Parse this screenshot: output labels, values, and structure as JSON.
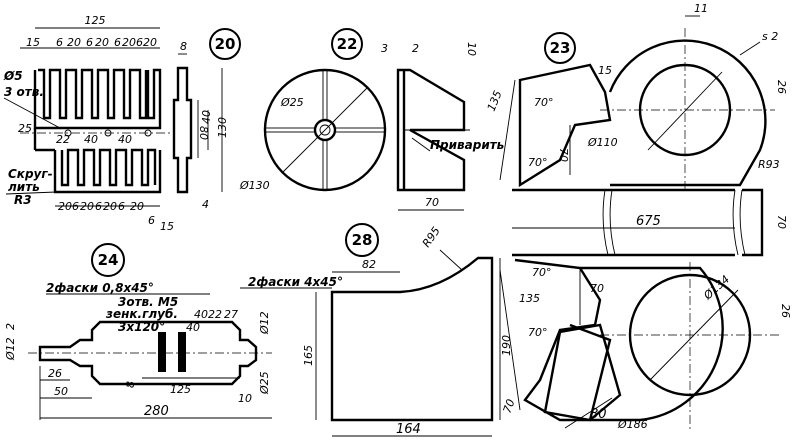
{
  "figures": {
    "f20": {
      "badge": "20",
      "dims": {
        "overall_width": "125",
        "left_margin": "15",
        "top_segments": [
          "6",
          "20",
          "6",
          "20",
          "6",
          "20",
          "6",
          "20"
        ],
        "bottom_segments": [
          "20",
          "6",
          "20",
          "6",
          "20",
          "6",
          "20"
        ],
        "bottom_gap": "6",
        "bottom_right": "15",
        "hole_dia": "Ø5",
        "holes_count": "3 отв.",
        "mid_height": "25",
        "hole_x1": "22",
        "hole_x2": "40",
        "hole_x3": "40",
        "side_thickness": "8",
        "side_height": "80",
        "side_middle": "40",
        "side_total": "130",
        "side_bottom": "4",
        "round_note_1": "Скруг-",
        "round_note_2": "лить",
        "round_note_3": "R3"
      }
    },
    "f22": {
      "badge": "22",
      "dims": {
        "hub_dia": "Ø25",
        "outer_dia": "Ø130",
        "thk_a": "3",
        "thk_b": "2",
        "top_h": "10",
        "weld_note": "Приварить",
        "base_w": "70"
      }
    },
    "f23": {
      "badge": "23",
      "dims": {
        "top_11": "11",
        "sheet": "s 2",
        "offset_15": "15",
        "right_26": "26",
        "side_135": "135",
        "angle_70a": "70°",
        "inner_dia": "Ø110",
        "h_70": "70",
        "angle_70b": "70°",
        "radius": "R93",
        "strip_len": "675",
        "strip_w": "70"
      }
    },
    "f24": {
      "badge": "24",
      "dims": {
        "chamfer_1": "2фаски 0,8х45°",
        "holes": "3отв. М5",
        "countersink_1": "зенк.глуб.",
        "countersink_2": "3х120°",
        "chamfer_2": "2фаски 4х45°",
        "d12_left": "Ø12",
        "small_2": "2",
        "d26": "26",
        "len_50": "50",
        "total_280": "280",
        "seg_40": "40",
        "seg_22": "22",
        "seg_27": "27",
        "mid_40": "40",
        "d12_right": "Ø12",
        "d8": "8",
        "len_125": "125",
        "d25": "Ø25",
        "len_10": "10"
      }
    },
    "f28": {
      "badge": "28",
      "dims": {
        "top_82": "82",
        "radius_95": "R95",
        "h_165": "165",
        "h_190": "190",
        "w_164": "164"
      }
    },
    "f23b": {
      "dims": {
        "angle_70a": "70°",
        "h_70": "70",
        "side_135": "135",
        "angle_70b": "70°",
        "dia_134": "Ø134",
        "right_26": "26",
        "bot_70": "70",
        "w_80": "80",
        "dia_186": "Ø186"
      }
    }
  }
}
